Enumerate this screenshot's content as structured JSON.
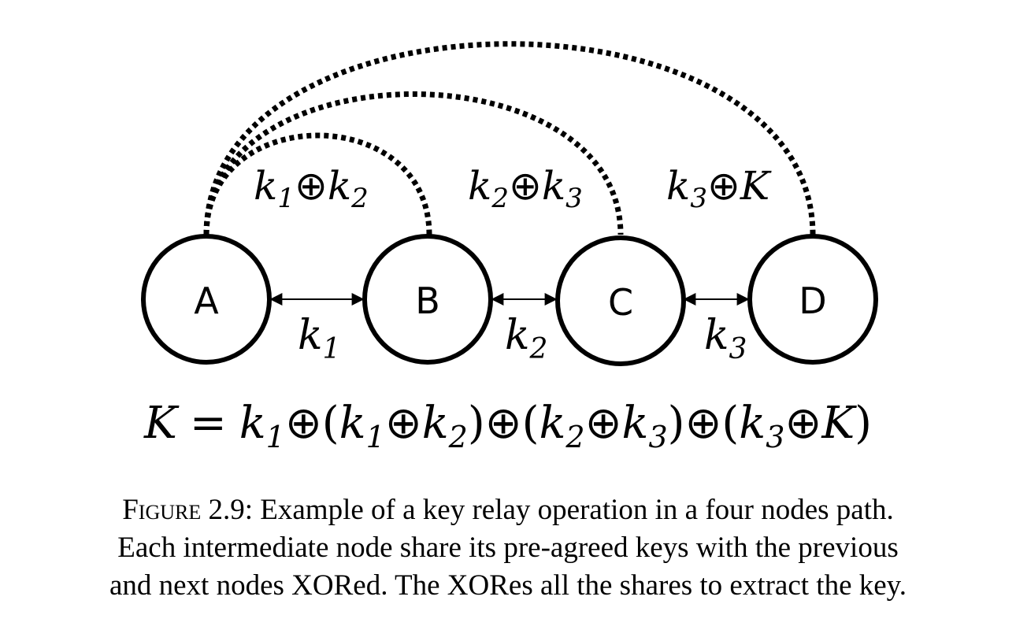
{
  "nodes": [
    {
      "id": "A",
      "label": "A"
    },
    {
      "id": "B",
      "label": "B"
    },
    {
      "id": "C",
      "label": "C"
    },
    {
      "id": "D",
      "label": "D"
    }
  ],
  "links": [
    {
      "k": "k",
      "sub": "1"
    },
    {
      "k": "k",
      "sub": "2"
    },
    {
      "k": "k",
      "sub": "3"
    }
  ],
  "shares": [
    {
      "a": "k",
      "a_sub": "1",
      "op": "⊕",
      "b": "k",
      "b_sub": "2"
    },
    {
      "a": "k",
      "a_sub": "2",
      "op": "⊕",
      "b": "k",
      "b_sub": "3"
    },
    {
      "a": "k",
      "a_sub": "3",
      "op": "⊕",
      "b": "K",
      "b_sub": ""
    }
  ],
  "equation": {
    "lhs": "K",
    "eq": "=",
    "t1": "k",
    "t1_sub": "1",
    "op": "⊕",
    "open": "(",
    "close": ")",
    "p1a": "k",
    "p1a_sub": "1",
    "p1b": "k",
    "p1b_sub": "2",
    "p2a": "k",
    "p2a_sub": "2",
    "p2b": "k",
    "p2b_sub": "3",
    "p3a": "k",
    "p3a_sub": "3",
    "p3b": "K"
  },
  "caption": {
    "label": "Figure 2.9:",
    "line1": "Example of a key relay operation in a four nodes path.",
    "line2": "Each intermediate node share its pre-agreed keys with the previous",
    "line3": "and next nodes XORed. The XORes all the shares to extract the key."
  }
}
